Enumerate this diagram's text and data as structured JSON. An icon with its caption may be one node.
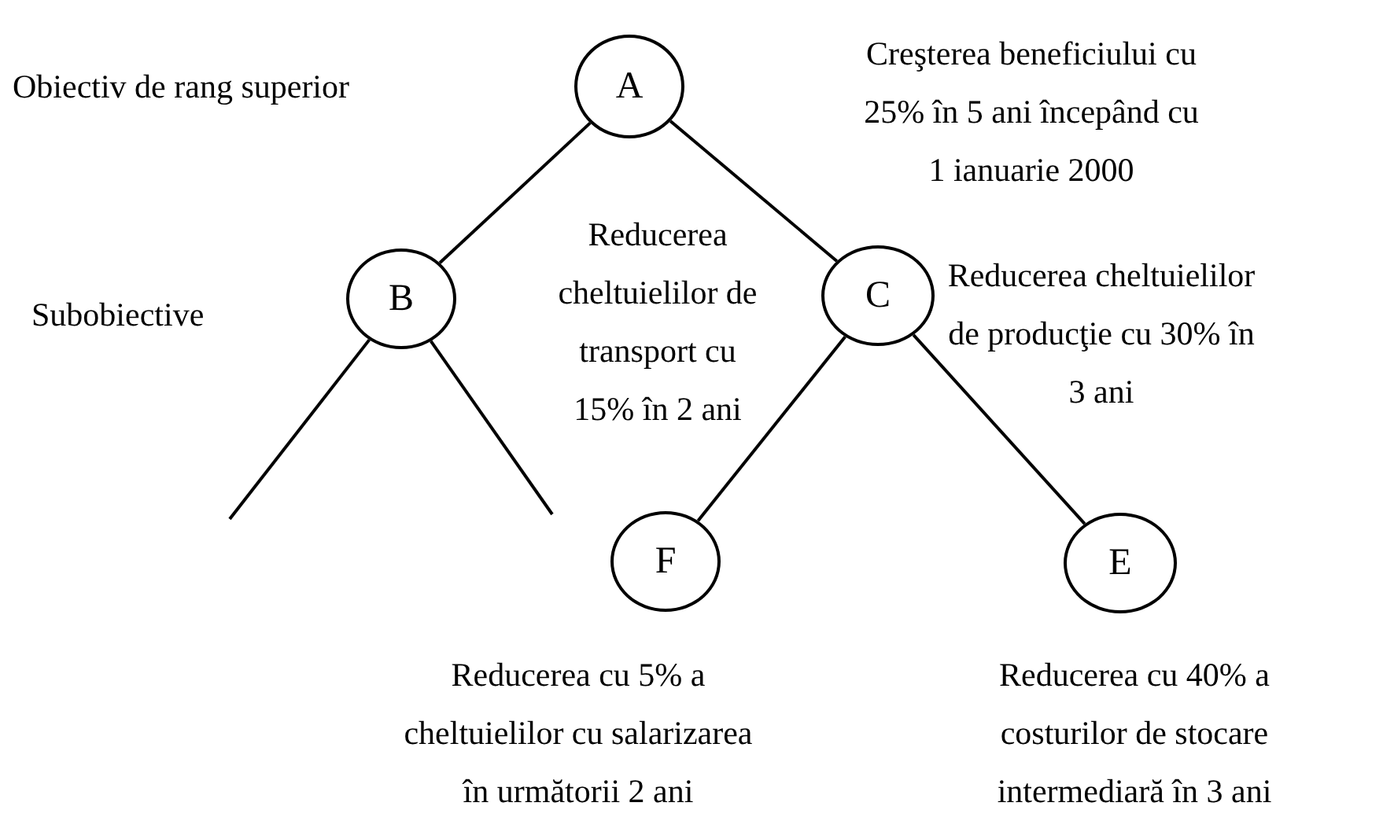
{
  "diagram": {
    "nodes": [
      {
        "text": [
          "A"
        ]
      },
      {
        "text": [
          "B"
        ]
      },
      {
        "text": [
          "C"
        ]
      },
      {
        "text": [
          "F"
        ]
      },
      {
        "text": [
          "E"
        ]
      }
    ],
    "edges": [
      {
        "from": 0,
        "to": 1,
        "arrow": "none"
      },
      {
        "from": 0,
        "to": 2,
        "arrow": "none"
      },
      {
        "from": 1,
        "to": null,
        "arrow": "none"
      },
      {
        "from": 1,
        "to": null,
        "arrow": "none"
      },
      {
        "from": 2,
        "to": 3,
        "arrow": "none"
      },
      {
        "from": 2,
        "to": 4,
        "arrow": "none"
      }
    ],
    "labels": [
      "Obiectiv de rang superior",
      "Creşterea beneficiului cu 25% în 5 ani începând cu 1 ianuarie 2000",
      "Reducerea cheltuielilor de transport cu 15% în 2 ani",
      "Reducerea cheltuielilor de producţie cu 30% în 3 ani",
      "Subobiective",
      "Reducerea cu 5% a cheltuielilor cu salarizarea în următorii 2 ani",
      "Reducerea cu 40% a costurilor de stocare intermediară în 3 ani"
    ]
  }
}
